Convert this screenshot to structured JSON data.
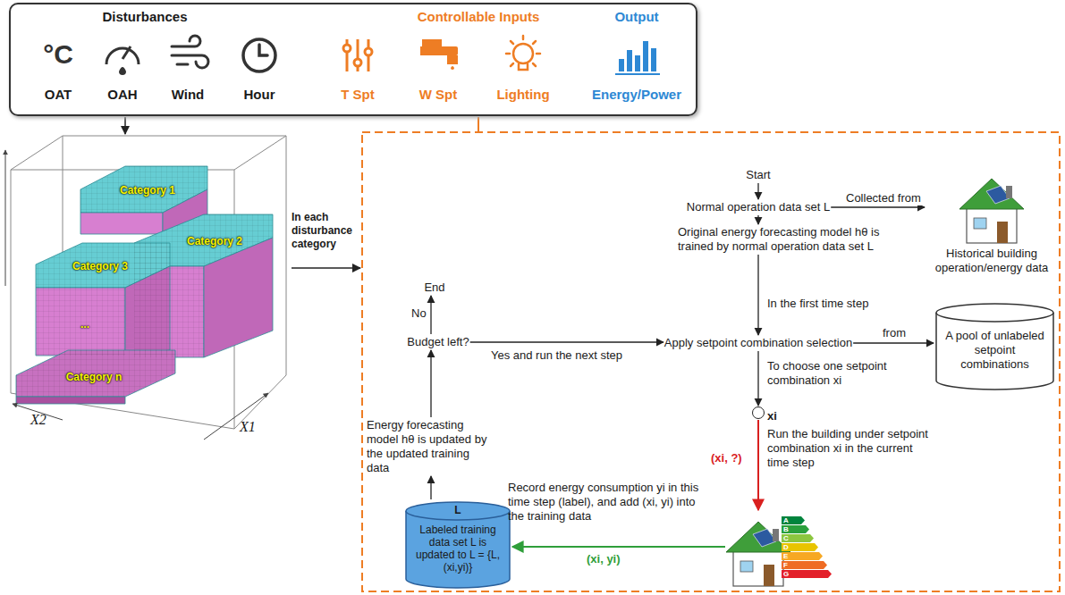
{
  "diagram": {
    "nodes": [
      {
        "text": [
          "Disturbances",
          "Controllable Inputs",
          "Output"
        ]
      },
      {
        "text": [
          "Start"
        ]
      },
      {
        "text": [
          "Normal operation data set L"
        ]
      },
      {
        "text": [
          "Original energy forecasting model hθ is trained by normal operation data set L"
        ]
      },
      {
        "text": [
          "Apply setpoint combination selection"
        ]
      },
      {
        "text": [
          "A pool of unlabeled setpoint combinations"
        ]
      },
      {
        "text": [
          "xi"
        ]
      },
      {
        "text": []
      },
      {
        "text": [
          "L",
          "Labeled training data set L is updated to L = {L, (xi,yi)}"
        ]
      },
      {
        "text": [
          "Energy forecasting model hθ is updated by the updated training data"
        ]
      },
      {
        "text": [
          "Budget left?"
        ]
      },
      {
        "text": [
          "End"
        ]
      },
      {
        "text": [
          "Historical building operation/energy data"
        ]
      }
    ],
    "edges": [
      {
        "from": 1,
        "to": 2,
        "arrow": "to"
      },
      {
        "from": 2,
        "to": 12,
        "label": "Collected from",
        "arrow": "to"
      },
      {
        "from": 2,
        "to": 3,
        "arrow": "to"
      },
      {
        "from": 3,
        "to": 4,
        "label": "In the first time step",
        "arrow": "to"
      },
      {
        "from": 4,
        "to": 6,
        "label": "To choose one setpoint combination xi",
        "arrow": "to"
      },
      {
        "from": 4,
        "to": 5,
        "label": "from",
        "arrow": "to"
      },
      {
        "from": 6,
        "to": 7,
        "label": "(xi, ?)",
        "arrow": "to"
      },
      {
        "from": 7,
        "to": 8,
        "label": "(xi, yi)",
        "arrow": "to"
      },
      {
        "from": 8,
        "to": 9,
        "arrow": "to"
      },
      {
        "from": 9,
        "to": 10,
        "arrow": "to"
      },
      {
        "from": 10,
        "to": 11,
        "label": "No",
        "arrow": "to"
      },
      {
        "from": 10,
        "to": 4,
        "label": "Yes and run the next step",
        "arrow": "to"
      }
    ],
    "labels": [
      "°C",
      "OAT",
      "OAH",
      "Wind",
      "Hour",
      "T Spt",
      "W Spt",
      "Lighting",
      "Energy/Power",
      "Category 1",
      "Category 2",
      "Category 3",
      "...",
      "Category n",
      "X2",
      "X1",
      "In each disturbance category",
      "Run the building under setpoint combination xi in the current time step",
      "Record energy consumption yi in this time step (label), and add (xi, yi) into the training data",
      "A",
      "B",
      "C",
      "D",
      "E",
      "F",
      "G"
    ]
  }
}
